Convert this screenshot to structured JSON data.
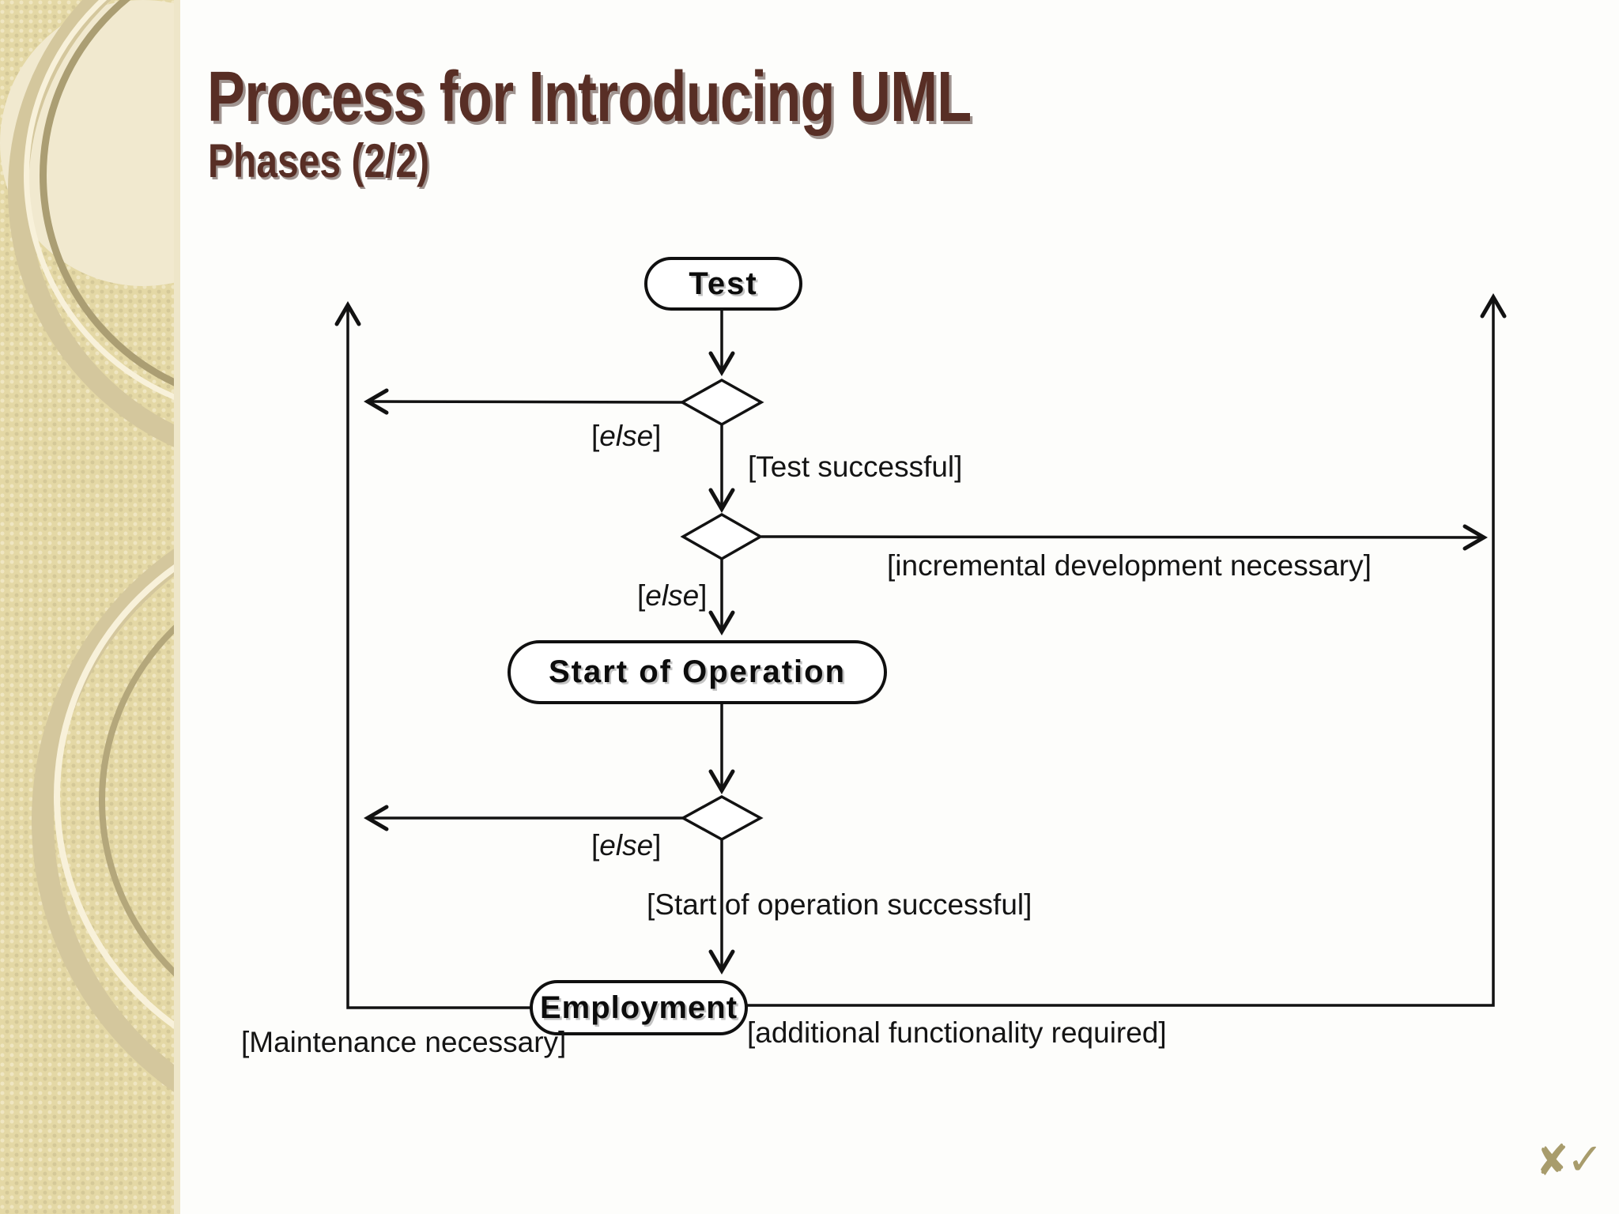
{
  "slide": {
    "title": "Process for Introducing UML",
    "subtitle": "Phases (2/2)"
  },
  "diagram": {
    "nodes": {
      "test": "Test",
      "start_of_operation": "Start of Operation",
      "employment": "Employment"
    },
    "guards": {
      "else_label": {
        "open": "[",
        "word": "else",
        "close": "]"
      },
      "test_successful": "[Test successful]",
      "incremental": "[incremental development necessary]",
      "start_successful": "[Start of operation successful]",
      "maintenance": "[Maintenance necessary]",
      "additional": "[additional functionality required]"
    }
  },
  "footer": {
    "cross_mark": "✘",
    "check_mark": "✓"
  },
  "colors": {
    "title_text": "#582e25",
    "diagram_stroke": "#121212",
    "sidebar_base": "#e4d8a5",
    "corner_marks": "#a89c6c"
  }
}
